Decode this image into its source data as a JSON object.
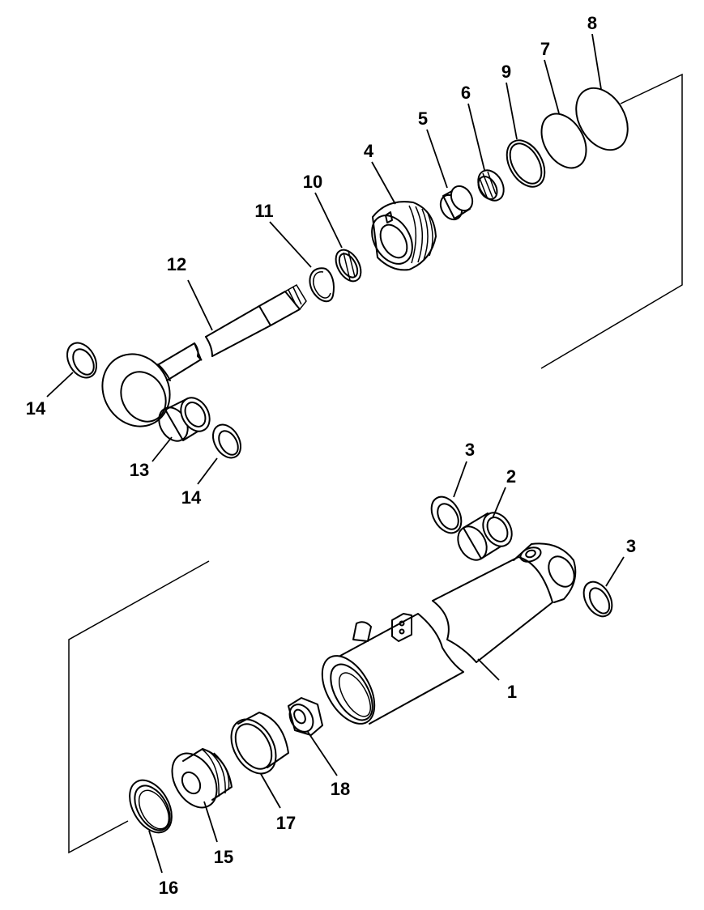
{
  "diagram": {
    "type": "exploded parts diagram",
    "callouts": [
      "1",
      "2",
      "3",
      "3",
      "4",
      "5",
      "6",
      "7",
      "8",
      "9",
      "10",
      "11",
      "12",
      "13",
      "14",
      "14",
      "15",
      "16",
      "17",
      "18"
    ]
  }
}
